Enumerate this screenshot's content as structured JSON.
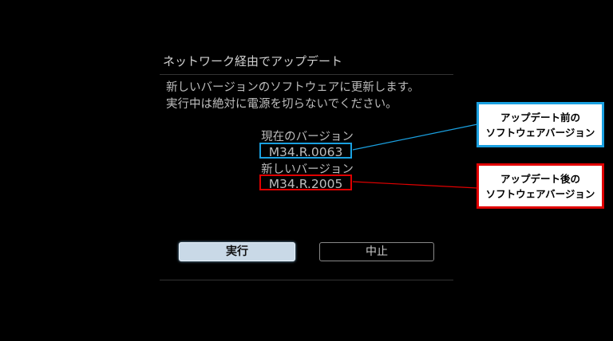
{
  "dialog": {
    "title": "ネットワーク経由でアップデート",
    "message_lines": [
      "新しいバージョンのソフトウェアに更新します。",
      "実行中は絶対に電源を切らないでください。"
    ],
    "current_version_label": "現在のバージョン",
    "current_version": "M34.R.0063",
    "new_version_label": "新しいバージョン",
    "new_version": "M34.R.2005",
    "execute_label": "実行",
    "cancel_label": "中止"
  },
  "callouts": {
    "before": {
      "line1": "アップデート前の",
      "line2": "ソフトウェアバージョン",
      "color": "#1aa0e0"
    },
    "after": {
      "line1": "アップデート後の",
      "line2": "ソフトウェアバージョン",
      "color": "#e00000"
    }
  }
}
